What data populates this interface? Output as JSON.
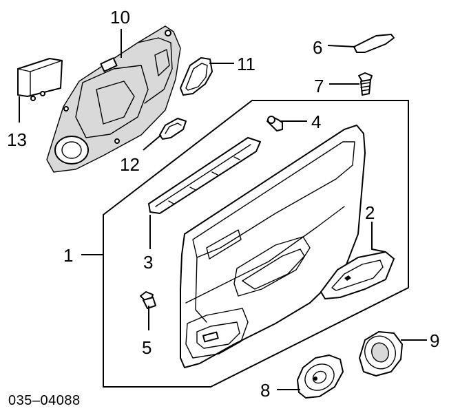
{
  "diagram": {
    "figure_id": "035–04088",
    "callouts": [
      {
        "id": "1",
        "label": "1"
      },
      {
        "id": "2",
        "label": "2"
      },
      {
        "id": "3",
        "label": "3"
      },
      {
        "id": "4",
        "label": "4"
      },
      {
        "id": "5",
        "label": "5"
      },
      {
        "id": "6",
        "label": "6"
      },
      {
        "id": "7",
        "label": "7"
      },
      {
        "id": "8",
        "label": "8"
      },
      {
        "id": "9",
        "label": "9"
      },
      {
        "id": "10",
        "label": "10"
      },
      {
        "id": "11",
        "label": "11"
      },
      {
        "id": "12",
        "label": "12"
      },
      {
        "id": "13",
        "label": "13"
      }
    ],
    "colors": {
      "line": "#000000",
      "background": "#ffffff",
      "shade": "#d9d9d9"
    }
  }
}
